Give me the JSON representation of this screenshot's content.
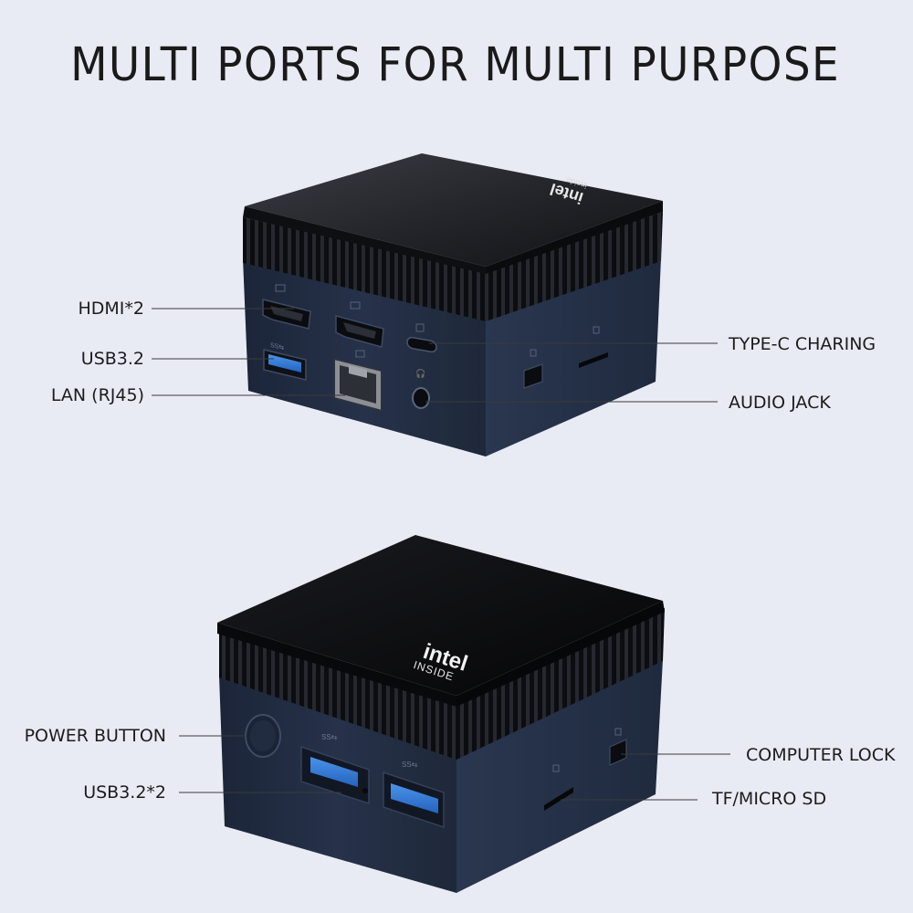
{
  "title": "MULTI PORTS FOR MULTI PURPOSE",
  "brand_logo_text": [
    "intel",
    "inside"
  ],
  "top_device": {
    "left_callouts": [
      "HDMI*2",
      "USB3.2",
      "LAN (RJ45)"
    ],
    "right_callouts": [
      "TYPE-C CHARING",
      "AUDIO JACK"
    ]
  },
  "bottom_device": {
    "left_callouts": [
      "POWER BUTTON",
      "USB3.2*2"
    ],
    "right_callouts": [
      "COMPUTER LOCK",
      "TF/MICRO SD"
    ]
  },
  "colors": {
    "background": "#e9ebf4",
    "chassis_blue": "#243047",
    "lid_black": "#121316",
    "usb_blue": "#2f7ad8"
  }
}
